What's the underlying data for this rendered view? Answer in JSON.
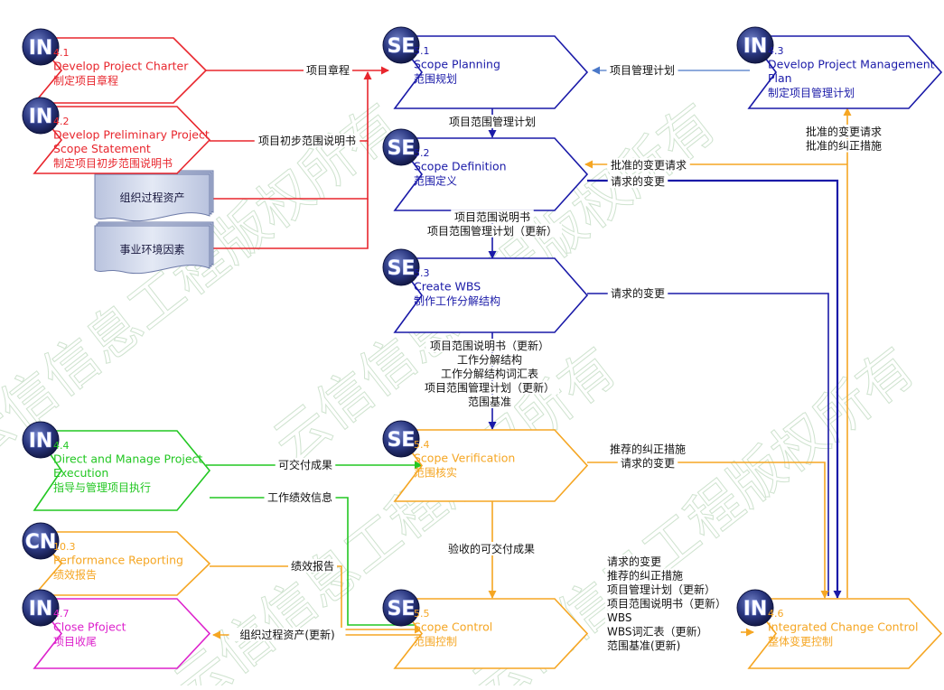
{
  "colors": {
    "red": "#e8262d",
    "blue": "#1a1aa8",
    "green": "#22c722",
    "orange": "#f5a623",
    "magenta": "#dd22cc",
    "doc_fill": "#cfd6e8",
    "doc_stroke": "#6d7ba8",
    "badge": "#1e2a66",
    "watermark": "#cfe3cf"
  },
  "watermark": "云信信息工程版权所有",
  "processes": [
    {
      "id": "p41",
      "badge": "IN",
      "number": "4.1",
      "en": "Develop Project Charter",
      "zh": "制定项目章程",
      "color": "red"
    },
    {
      "id": "p42",
      "badge": "IN",
      "number": "4.2",
      "en": "Develop Preliminary Project Scope Statement",
      "zh": "制定项目初步范围说明书",
      "color": "red"
    },
    {
      "id": "p51",
      "badge": "SE",
      "number": "5.1",
      "en": "Scope Planning",
      "zh": "范围规划",
      "color": "blue"
    },
    {
      "id": "p52",
      "badge": "SE",
      "number": "5.2",
      "en": "Scope Definition",
      "zh": "范围定义",
      "color": "blue"
    },
    {
      "id": "p53",
      "badge": "SE",
      "number": "5.3",
      "en": "Create WBS",
      "zh": "制作工作分解结构",
      "color": "blue"
    },
    {
      "id": "p54",
      "badge": "SE",
      "number": "5.4",
      "en": "Scope Verification",
      "zh": "范围核实",
      "color": "orange"
    },
    {
      "id": "p55",
      "badge": "SE",
      "number": "5.5",
      "en": "Scope Control",
      "zh": "范围控制",
      "color": "orange"
    },
    {
      "id": "p43",
      "badge": "IN",
      "number": "4.3",
      "en": "Develop Project Management Plan",
      "zh": "制定项目管理计划",
      "color": "blue"
    },
    {
      "id": "p46",
      "badge": "IN",
      "number": "4.6",
      "en": "Integrated Change Control",
      "zh": "整体变更控制",
      "color": "orange"
    },
    {
      "id": "p44",
      "badge": "IN",
      "number": "4.4",
      "en": "Direct and Manage Project Execution",
      "zh": "指导与管理项目执行",
      "color": "green"
    },
    {
      "id": "p103",
      "badge": "CN",
      "number": "10.3",
      "en": "Performance Reporting",
      "zh": "绩效报告",
      "color": "orange"
    },
    {
      "id": "p47",
      "badge": "IN",
      "number": "4.7",
      "en": "Close Pfoject",
      "zh": "项目收尾",
      "color": "magenta"
    }
  ],
  "documents": [
    {
      "id": "d1",
      "label": "组织过程资产"
    },
    {
      "id": "d2",
      "label": "事业环境因素"
    }
  ],
  "flow_labels": [
    {
      "id": "f1",
      "lines": [
        "项目章程"
      ]
    },
    {
      "id": "f2",
      "lines": [
        "项目初步范围说明书"
      ]
    },
    {
      "id": "f3",
      "lines": [
        "项目管理计划"
      ]
    },
    {
      "id": "f4",
      "lines": [
        "项目范围管理计划"
      ]
    },
    {
      "id": "f5",
      "lines": [
        "批准的变更请求",
        "批准的纠正措施"
      ]
    },
    {
      "id": "f6",
      "lines": [
        "批准的变更请求"
      ]
    },
    {
      "id": "f7",
      "lines": [
        "请求的变更"
      ]
    },
    {
      "id": "f8",
      "lines": [
        "项目范围说明书",
        "项目范围管理计划（更新）"
      ]
    },
    {
      "id": "f9",
      "lines": [
        "请求的变更"
      ]
    },
    {
      "id": "f10",
      "lines": [
        "项目范围说明书（更新）",
        "工作分解结构",
        "工作分解结构词汇表",
        "项目范围管理计划（更新）",
        "范围基准"
      ]
    },
    {
      "id": "f11",
      "lines": [
        "可交付成果"
      ]
    },
    {
      "id": "f12",
      "lines": [
        "工作绩效信息"
      ]
    },
    {
      "id": "f13",
      "lines": [
        "推荐的纠正措施",
        "请求的变更"
      ]
    },
    {
      "id": "f14",
      "lines": [
        "验收的可交付成果"
      ]
    },
    {
      "id": "f15",
      "lines": [
        "绩效报告"
      ]
    },
    {
      "id": "f16",
      "lines": [
        "组织过程资产(更新)"
      ]
    },
    {
      "id": "f17",
      "lines": [
        "请求的变更",
        "推荐的纠正措施",
        "项目管理计划（更新）",
        "项目范围说明书（更新）",
        "WBS",
        "WBS词汇表（更新）",
        "范围基准(更新)"
      ]
    }
  ]
}
